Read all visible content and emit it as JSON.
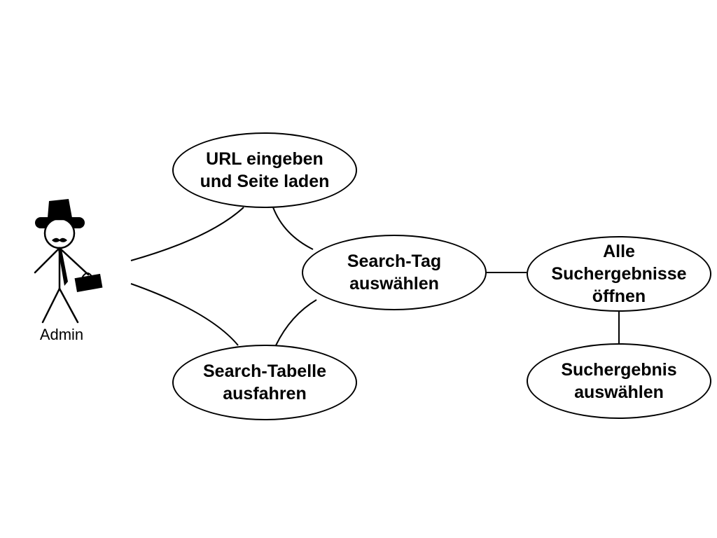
{
  "diagram": {
    "type": "use-case",
    "actor": {
      "label": "Admin",
      "icon": "stick-figure-with-top-hat-mustache-tie-briefcase"
    },
    "use_cases": [
      {
        "id": "url",
        "label": "URL eingeben\nund Seite laden"
      },
      {
        "id": "tag",
        "label": "Search-Tag\nauswählen"
      },
      {
        "id": "tabelle",
        "label": "Search-Tabelle\nausfahren"
      },
      {
        "id": "alle",
        "label": "Alle\nSuchergebnisse\nöffnen"
      },
      {
        "id": "ergebnis",
        "label": "Suchergebnis\nauswählen"
      }
    ],
    "connections": [
      [
        "actor",
        "url"
      ],
      [
        "actor",
        "tabelle"
      ],
      [
        "url",
        "tag"
      ],
      [
        "tabelle",
        "tag"
      ],
      [
        "tag",
        "alle"
      ],
      [
        "alle",
        "ergebnis"
      ]
    ],
    "colors": {
      "stroke": "#000000",
      "fill": "#ffffff"
    }
  }
}
